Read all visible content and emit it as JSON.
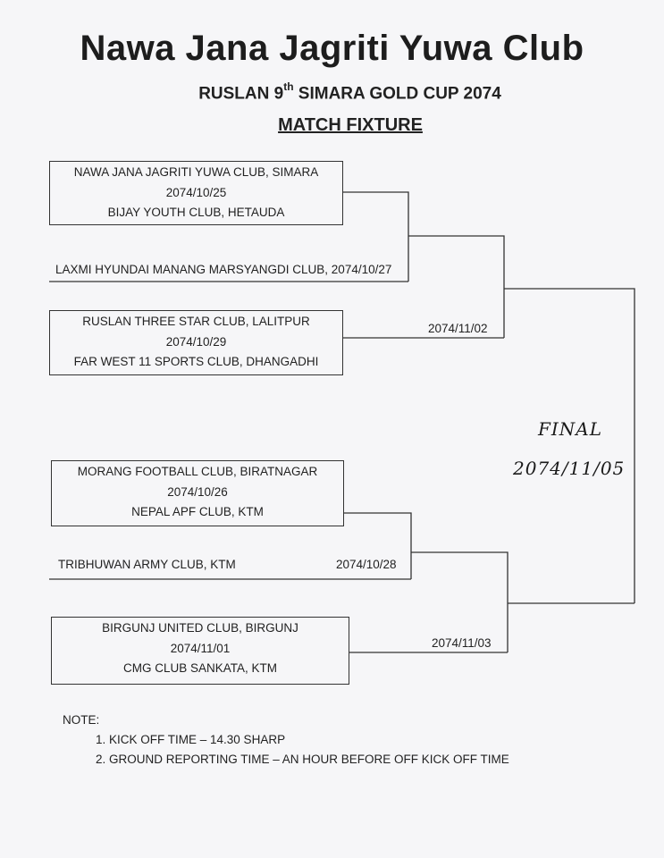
{
  "header": {
    "title": "Nawa Jana Jagriti Yuwa Club",
    "subtitle_pre": "RUSLAN 9",
    "subtitle_sup": "th",
    "subtitle_post": " SIMARA GOLD CUP 2074",
    "fixture_heading": "MATCH FIXTURE"
  },
  "bracket": {
    "match1": {
      "team_a": "NAWA JANA JAGRITI YUWA CLUB, SIMARA",
      "date": "2074/10/25",
      "team_b": "BIJAY YOUTH CLUB, HETAUDA"
    },
    "bye1": "LAXMI HYUNDAI MANANG MARSYANGDI CLUB, 2074/10/27",
    "match2": {
      "team_a": "RUSLAN THREE STAR CLUB, LALITPUR",
      "date": "2074/10/29",
      "team_b": "FAR WEST 11 SPORTS CLUB, DHANGADHI"
    },
    "semi1_date": "2074/11/02",
    "match3": {
      "team_a": "MORANG FOOTBALL CLUB, BIRATNAGAR",
      "date": "2074/10/26",
      "team_b": "NEPAL APF CLUB, KTM"
    },
    "bye2_team": "TRIBHUWAN ARMY CLUB, KTM",
    "bye2_date": "2074/10/28",
    "match4": {
      "team_a": "BIRGUNJ UNITED CLUB, BIRGUNJ",
      "date": "2074/11/01",
      "team_b": "CMG CLUB SANKATA, KTM"
    },
    "semi2_date": "2074/11/03",
    "final_label": "FINAL",
    "final_date": "2074/11/05"
  },
  "notes": {
    "heading": "NOTE:",
    "items": [
      "1. KICK OFF TIME – 14.30 SHARP",
      "2. GROUND REPORTING TIME – AN HOUR BEFORE OFF  KICK OFF TIME"
    ]
  }
}
